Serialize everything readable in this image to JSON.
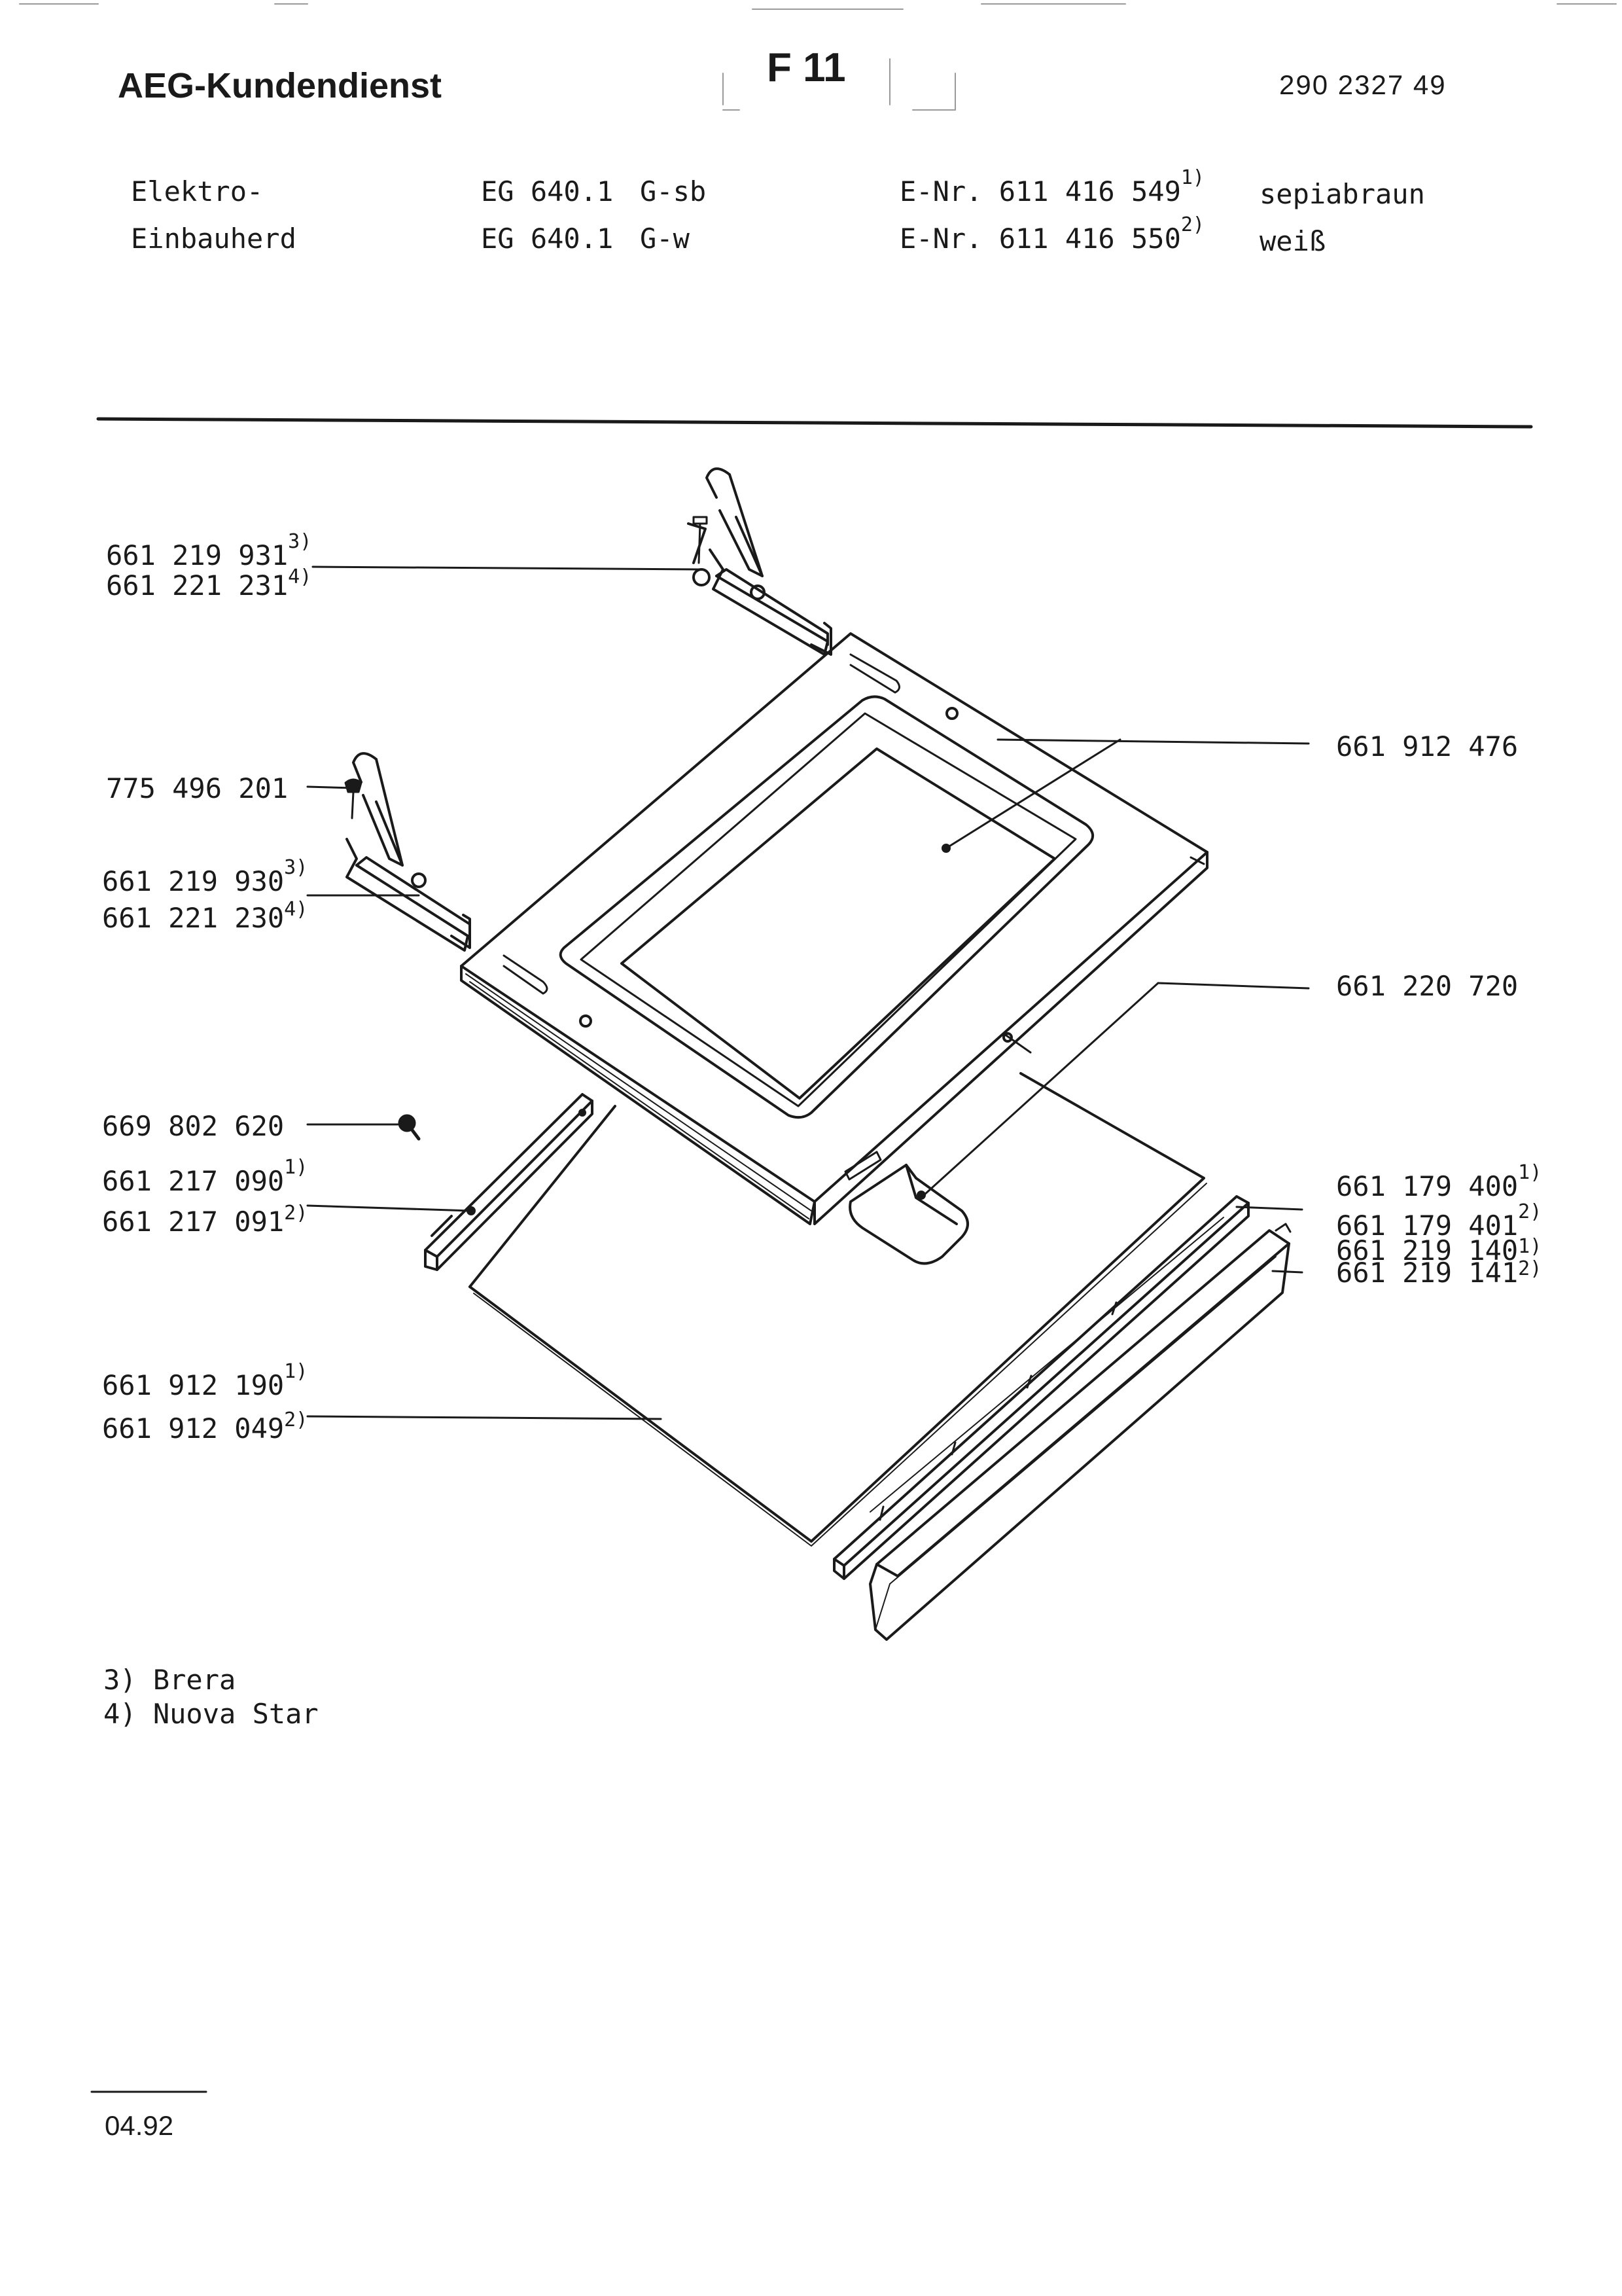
{
  "header": {
    "brand": "AEG-Kundendienst",
    "sheet": "F 11",
    "doc_number": "290 2327 49"
  },
  "product": {
    "name_line1": "Elektro-",
    "name_line2": "Einbauherd",
    "models": [
      {
        "model": "EG 640.1",
        "variant": "G-sb",
        "enr": "E-Nr. 611 416 549",
        "note": "1)",
        "color": "sepiabraun"
      },
      {
        "model": "EG 640.1",
        "variant": "G-w",
        "enr": "E-Nr. 611 416 550",
        "note": "2)",
        "color": "weiß"
      }
    ]
  },
  "parts": [
    {
      "id": "hinge-right",
      "lines": [
        {
          "number": "661 219 931",
          "note": "3)"
        },
        {
          "number": "661 221 231",
          "note": "4)"
        }
      ]
    },
    {
      "id": "screw",
      "lines": [
        {
          "number": "775 496 201",
          "note": ""
        }
      ]
    },
    {
      "id": "hinge-left",
      "lines": [
        {
          "number": "661 219 930",
          "note": "3)"
        },
        {
          "number": "661 221 230",
          "note": "4)"
        }
      ]
    },
    {
      "id": "door-outer",
      "lines": [
        {
          "number": "661 912 476",
          "note": ""
        }
      ]
    },
    {
      "id": "handle",
      "lines": [
        {
          "number": "661 220 720",
          "note": ""
        }
      ]
    },
    {
      "id": "nut",
      "lines": [
        {
          "number": "669 802 620",
          "note": ""
        }
      ]
    },
    {
      "id": "side-rail",
      "lines": [
        {
          "number": "661 217 090",
          "note": "1)"
        },
        {
          "number": "661 217 091",
          "note": "2)"
        }
      ]
    },
    {
      "id": "bottom-trim",
      "lines": [
        {
          "number": "661 179 400",
          "note": "1)"
        },
        {
          "number": "661 179 401",
          "note": "2)"
        },
        {
          "number": "661 219 140",
          "note": "1)"
        },
        {
          "number": "661 219 141",
          "note": "2)"
        }
      ]
    },
    {
      "id": "glass-panel",
      "lines": [
        {
          "number": "661 912 190",
          "note": "1)"
        },
        {
          "number": "661 912 049",
          "note": "2)"
        }
      ]
    }
  ],
  "footnotes": [
    "3) Brera",
    "4) Nuova Star"
  ],
  "date": "04.92"
}
